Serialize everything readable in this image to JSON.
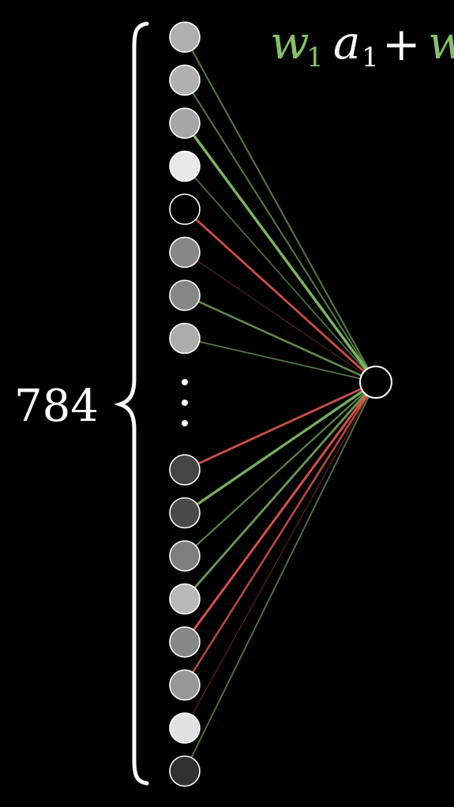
{
  "layer": {
    "count_label": "784",
    "input_activations_top": [
      0.72,
      0.72,
      0.68,
      0.95,
      0.0,
      0.55,
      0.55,
      0.7
    ],
    "input_activations_bottom": [
      0.28,
      0.3,
      0.52,
      0.75,
      0.55,
      0.62,
      0.92,
      0.2
    ],
    "weights_top": [
      {
        "sign": "positive",
        "strength": 0.45
      },
      {
        "sign": "positive",
        "strength": 0.45
      },
      {
        "sign": "positive",
        "strength": 0.9
      },
      {
        "sign": "positive",
        "strength": 0.35
      },
      {
        "sign": "negative",
        "strength": 0.7
      },
      {
        "sign": "negative",
        "strength": 0.12
      },
      {
        "sign": "positive",
        "strength": 0.6
      },
      {
        "sign": "positive",
        "strength": 0.4
      }
    ],
    "weights_bottom": [
      {
        "sign": "negative",
        "strength": 0.7
      },
      {
        "sign": "positive",
        "strength": 0.85
      },
      {
        "sign": "positive",
        "strength": 0.5
      },
      {
        "sign": "positive",
        "strength": 0.7
      },
      {
        "sign": "negative",
        "strength": 0.75
      },
      {
        "sign": "negative",
        "strength": 0.6
      },
      {
        "sign": "negative",
        "strength": 0.12
      },
      {
        "sign": "positive",
        "strength": 0.4
      }
    ]
  },
  "equation": {
    "w_symbol": "w",
    "w_subscript": "1",
    "a_symbol": "a",
    "a_subscript": "1",
    "operator": "+",
    "next_symbol": "w"
  },
  "colors": {
    "background": "#000000",
    "positive_weight": "#83c167",
    "negative_weight": "#fc6255",
    "weight_text": "#83c167",
    "activation_text": "#ffffff",
    "neuron_stroke": "#ffffff"
  }
}
